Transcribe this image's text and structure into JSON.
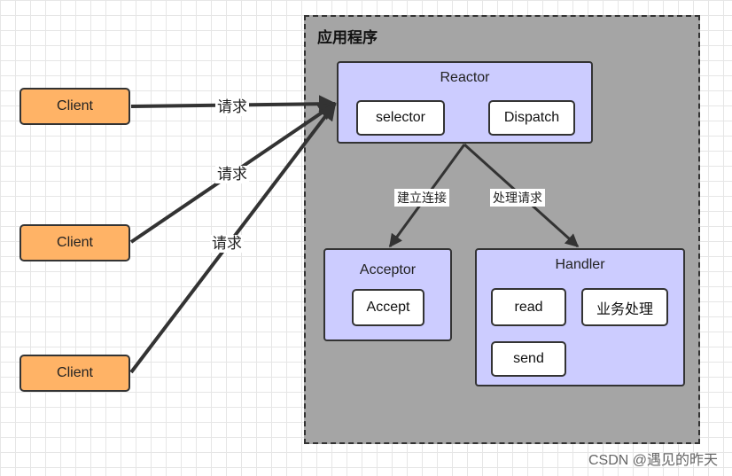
{
  "app": {
    "title": "应用程序"
  },
  "clients": [
    "Client",
    "Client",
    "Client"
  ],
  "reactor": {
    "title": "Reactor",
    "selector": "selector",
    "dispatch": "Dispatch"
  },
  "acceptor": {
    "title": "Acceptor",
    "accept": "Accept"
  },
  "handler": {
    "title": "Handler",
    "read": "read",
    "business": "业务处理",
    "send": "send"
  },
  "edges": {
    "request": "请求",
    "establish": "建立连接",
    "process": "处理请求"
  },
  "watermark": "CSDN @遇见的昨天",
  "colors": {
    "client": "#ffb366",
    "component": "#ccccff",
    "container": "#a5a5a5"
  }
}
